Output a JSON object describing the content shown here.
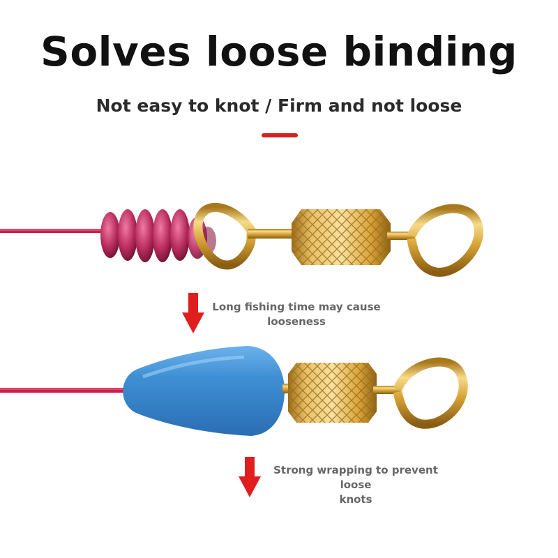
{
  "header": {
    "title": "Solves loose binding",
    "subtitle": "Not easy to knot / Firm and not loose"
  },
  "captions": {
    "first": {
      "line1": "Long fishing time may cause",
      "line2": "looseness"
    },
    "second": {
      "line1": "Strong wrapping to prevent loose",
      "line2": "knots"
    }
  },
  "colors": {
    "accent": "#d42020",
    "line": "#cc1f4a",
    "brass": "#d8a93a",
    "bead_blue": "#3f8fd4",
    "spring_pink": "#c23a6a",
    "arrow": "#e01e1e"
  },
  "icons": {
    "arrow1": "down-arrow-icon",
    "arrow2": "down-arrow-icon"
  }
}
